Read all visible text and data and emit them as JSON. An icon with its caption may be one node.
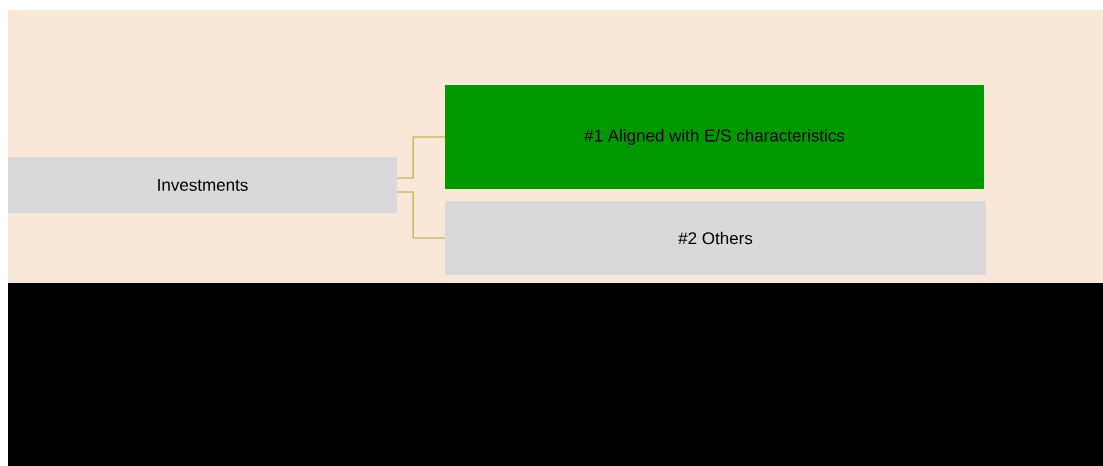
{
  "diagram": {
    "nodes": [
      {
        "text": [
          "Investments"
        ]
      },
      {
        "text": [
          "#1 Aligned with E/S characteristics"
        ]
      },
      {
        "text": [
          "#2 Others"
        ]
      }
    ],
    "edges": [
      {
        "from": 0,
        "to": 1,
        "arrow": "none"
      },
      {
        "from": 0,
        "to": 2,
        "arrow": "none"
      }
    ]
  }
}
